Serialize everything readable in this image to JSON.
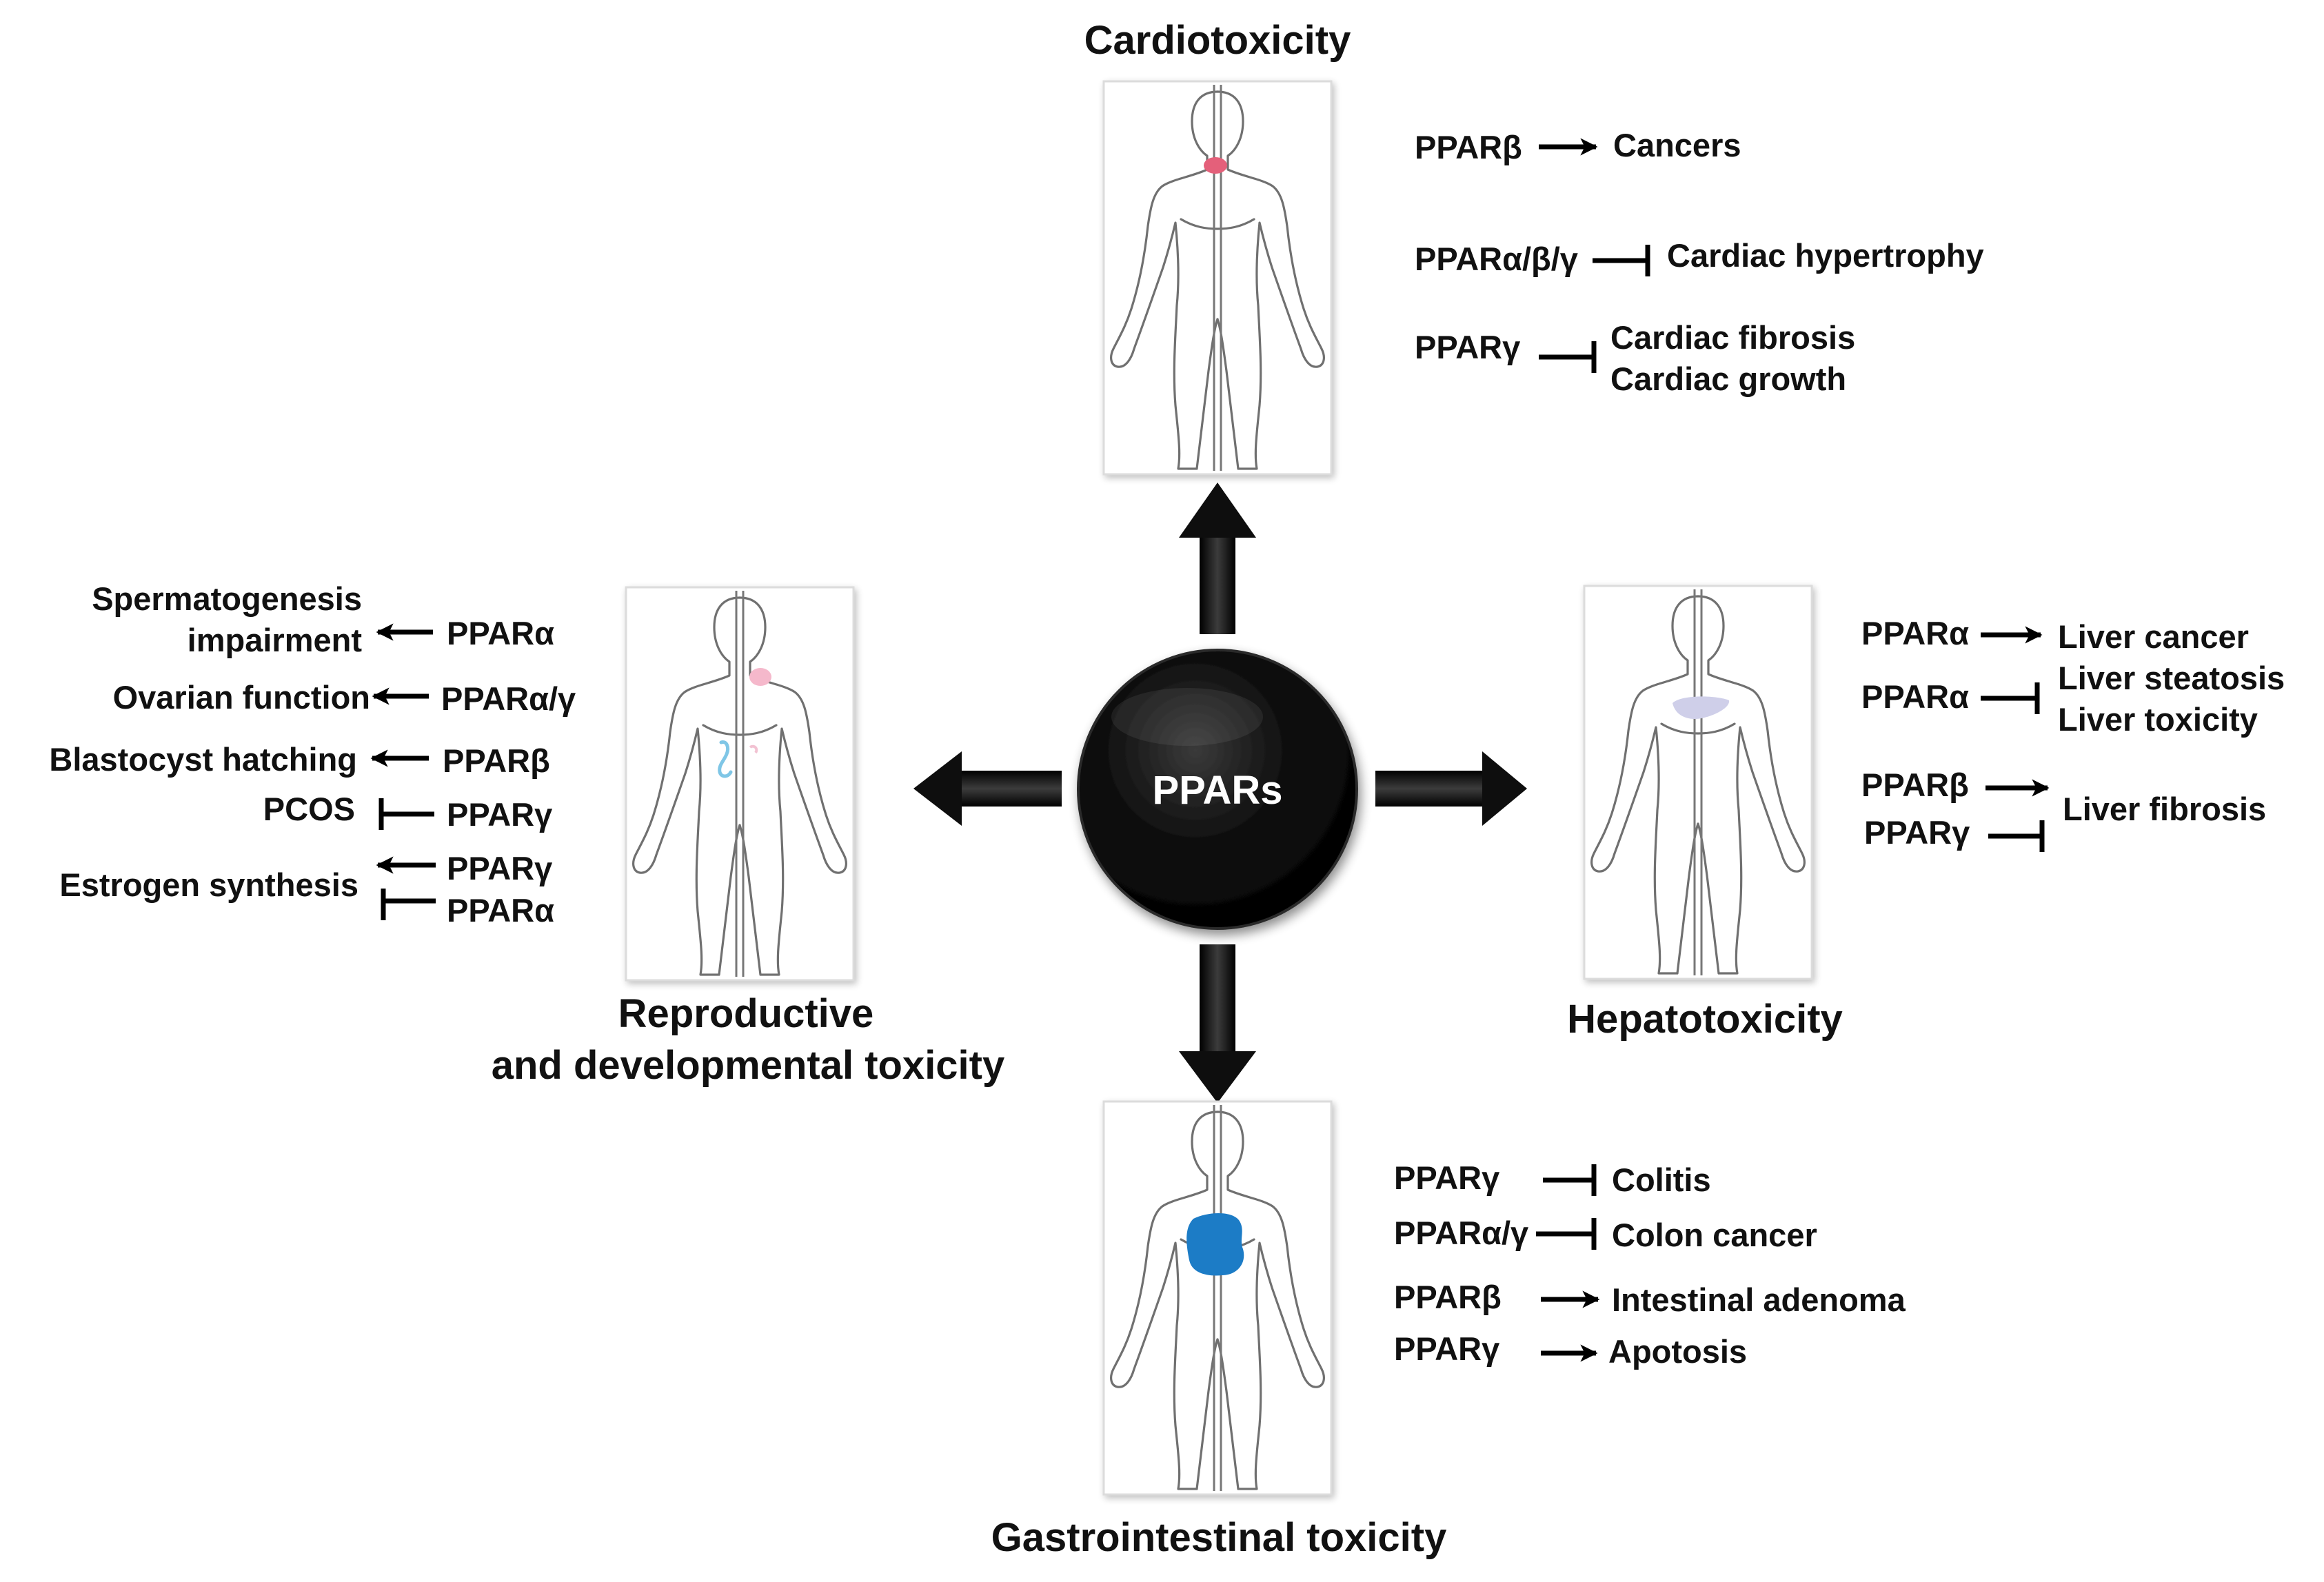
{
  "center": {
    "label": "PPARs"
  },
  "panels": {
    "top": {
      "title": "Cardiotoxicity",
      "rows": [
        {
          "receptor": "PPARβ",
          "effect": "activates",
          "targets": [
            "Cancers"
          ]
        },
        {
          "receptor": "PPARα/β/γ",
          "effect": "inhibits",
          "targets": [
            "Cardiac hypertrophy"
          ]
        },
        {
          "receptor": "PPARγ",
          "effect": "inhibits",
          "targets": [
            "Cardiac fibrosis",
            "Cardiac growth"
          ]
        }
      ]
    },
    "right": {
      "title": "Hepatotoxicity",
      "rows": [
        {
          "receptor": "PPARα",
          "effect": "activates",
          "targets": [
            "Liver cancer"
          ]
        },
        {
          "receptor": "PPARα",
          "effect": "inhibits",
          "targets": [
            "Liver steatosis",
            "Liver toxicity"
          ]
        },
        {
          "receptor": "PPARβ",
          "effect": "activates",
          "targets": [
            "Liver fibrosis"
          ]
        },
        {
          "receptor": "PPARγ",
          "effect": "inhibits",
          "targets": []
        }
      ]
    },
    "left": {
      "title_lines": [
        "Reproductive",
        "and developmental toxicity"
      ],
      "rows": [
        {
          "receptor": "PPARα",
          "effect": "activates",
          "targets": [
            "Spermatogenesis",
            "impairment"
          ]
        },
        {
          "receptor": "PPARα/γ",
          "effect": "activates",
          "targets": [
            "Ovarian function"
          ]
        },
        {
          "receptor": "PPARβ",
          "effect": "activates",
          "targets": [
            "Blastocyst hatching"
          ]
        },
        {
          "receptor": "PPARγ",
          "effect": "inhibits",
          "targets": [
            "PCOS"
          ]
        },
        {
          "receptor": "PPARγ",
          "effect": "activates",
          "targets": [
            "Estrogen synthesis"
          ]
        },
        {
          "receptor": "PPARα",
          "effect": "inhibits",
          "targets": []
        }
      ]
    },
    "bottom": {
      "title": "Gastrointestinal toxicity",
      "rows": [
        {
          "receptor": "PPARγ",
          "effect": "inhibits",
          "targets": [
            "Colitis"
          ]
        },
        {
          "receptor": "PPARα/γ",
          "effect": "inhibits",
          "targets": [
            "Colon cancer"
          ]
        },
        {
          "receptor": "PPARβ",
          "effect": "activates",
          "targets": [
            "Intestinal adenoma"
          ]
        },
        {
          "receptor": "PPARγ",
          "effect": "activates",
          "targets": [
            "Apotosis"
          ]
        }
      ]
    }
  },
  "organ_colors": {
    "heart": "#e4607a",
    "liver": "#cfcfe9",
    "breast": "#f5b8cb",
    "reproductive": "#7fc6e6",
    "intestine": "#1f7bc6"
  }
}
